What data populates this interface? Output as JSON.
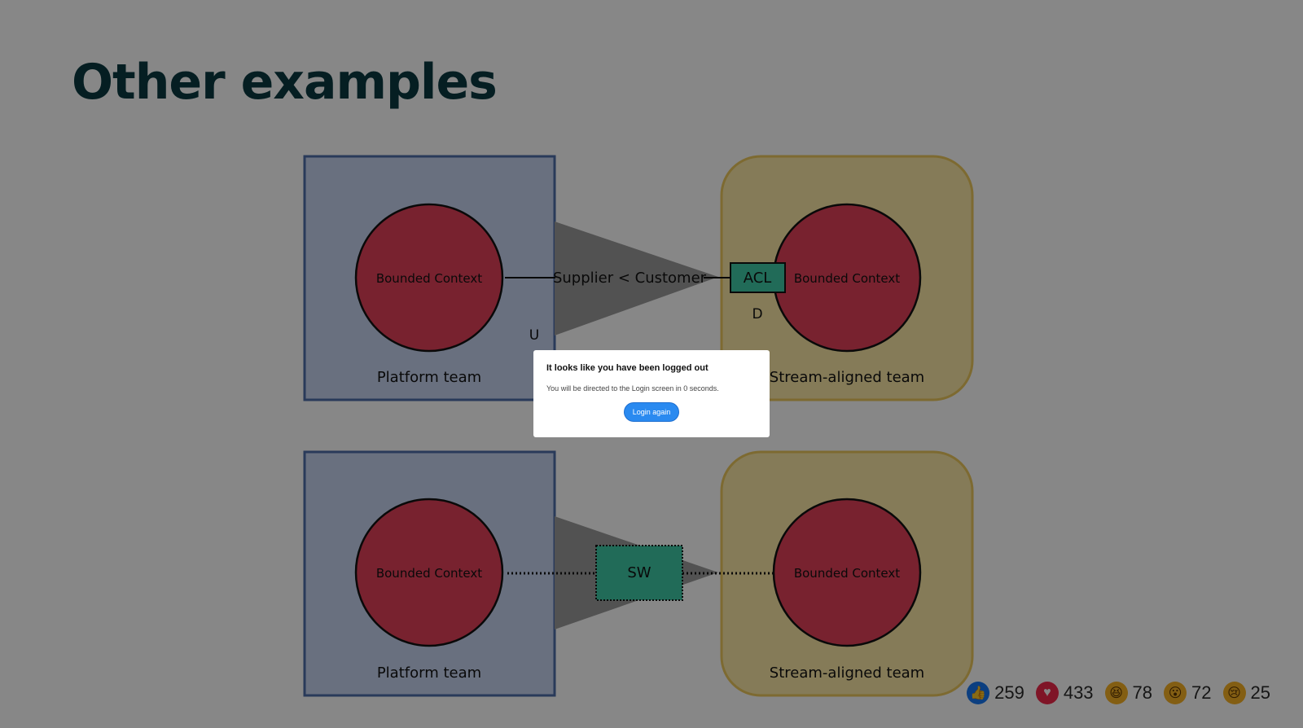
{
  "slide": {
    "title": "Other examples"
  },
  "diagram": {
    "top": {
      "left_context": "Bounded Context",
      "right_context": "Bounded Context",
      "left_team": "Platform team",
      "right_team": "Stream-aligned team",
      "relation": "Supplier < Customer",
      "pattern_box": "ACL",
      "upstream_marker": "U",
      "downstream_marker": "D"
    },
    "bottom": {
      "left_context": "Bounded Context",
      "right_context": "Bounded Context",
      "left_team": "Platform team",
      "right_team": "Stream-aligned team",
      "pattern_box": "SW"
    },
    "colors": {
      "platform_fill": "#c7d3f0",
      "platform_stroke": "#4f6faa",
      "stream_fill": "#fbe8a6",
      "stream_stroke": "#edc95e",
      "context_fill": "#e3405a",
      "pattern_fill": "#3fcaa6",
      "arrow_fill": "#9b9b9b"
    }
  },
  "modal": {
    "title": "It looks like you have been logged out",
    "message": "You will be directed to the Login screen in 0 seconds.",
    "button_label": "Login again"
  },
  "reactions": [
    {
      "icon": "thumbs-up-icon",
      "count": "259",
      "color": "#1877f2"
    },
    {
      "icon": "heart-icon",
      "count": "433",
      "color": "#f0284a"
    },
    {
      "icon": "laughing-face-icon",
      "count": "78",
      "color": "#f7b125"
    },
    {
      "icon": "surprised-face-icon",
      "count": "72",
      "color": "#f7b125"
    },
    {
      "icon": "sad-face-icon",
      "count": "25",
      "color": "#f7b125"
    }
  ]
}
